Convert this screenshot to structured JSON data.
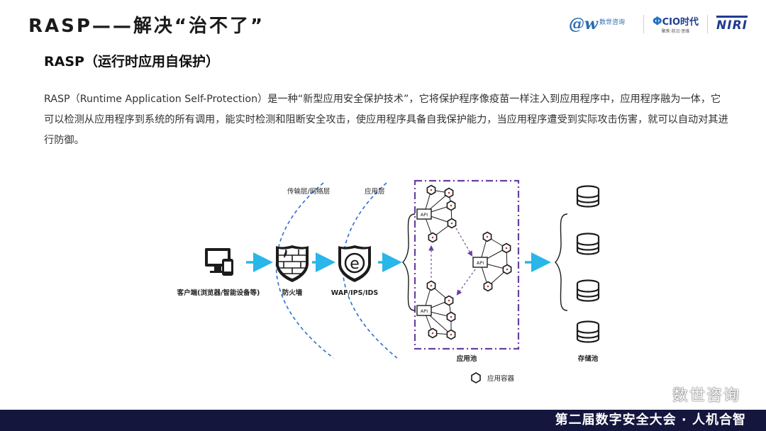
{
  "slide": {
    "title": "RASP——解决“治不了”",
    "subtitle": "RASP（运行时应用自保护）",
    "paragraph": "RASP（Runtime Application Self-Protection）是一种“新型应用安全保护技术”，它将保护程序像疫苗一样注入到应用程序中，应用程序融为一体，它可以检测从应用程序到系统的所有调用，能实时检测和阻断安全攻击，使应用程序具备自我保护能力，当应用程序遭受到实际攻击伤害，就可以自动对其进行防御。"
  },
  "logos": {
    "ow_mark": "@w",
    "ow_text": "数世咨询",
    "cio_text": "CIO时代",
    "cio_sub": "聚焦·前沿·思维",
    "niri": "NIRI"
  },
  "diagram": {
    "zone_transport": "传输层/网络层",
    "zone_app": "应用层",
    "client_label": "客户端(浏览器/智能设备等)",
    "firewall_label": "防火墙",
    "waf_label": "WAF/IPS/IDS",
    "waf_letter": "e",
    "pool_label": "应用池",
    "storage_label": "存储池",
    "legend_label": "应用容器",
    "api_label": "API",
    "colors": {
      "arrow": "#29b6e8",
      "pool_border": "#6a3fa0",
      "zone_line": "#2e6fd0",
      "icon": "#1c1c1c"
    }
  },
  "footer": {
    "text": "第二届数字安全大会 · 人机合智",
    "watermark": "数世咨询"
  }
}
